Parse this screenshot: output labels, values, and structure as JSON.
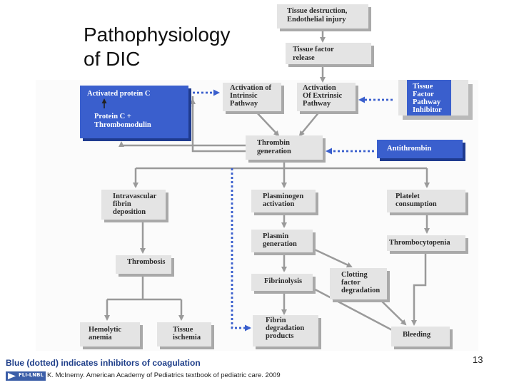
{
  "title": {
    "line1": "Pathophysiology",
    "line2": "of DIC"
  },
  "nodes": {
    "tissue_destruction": [
      "Tissue destruction,",
      "Endothelial injury"
    ],
    "tissue_factor_release": [
      "Tissue factor",
      "release"
    ],
    "activated_protein_c": [
      "Activated protein C"
    ],
    "protein_c": [
      "Protein C  +",
      "Thrombomodulin"
    ],
    "intrinsic": [
      "Activation of",
      "Intrinsic",
      "Pathway"
    ],
    "extrinsic": [
      "Activation",
      "Of Extrinsic",
      "Pathway"
    ],
    "tfpi": [
      "Tissue",
      "Factor",
      "Pathway",
      "Inhibitor"
    ],
    "thrombin": [
      "Thrombin",
      "generation"
    ],
    "antithrombin": [
      "Antithrombin"
    ],
    "intravascular": [
      "Intravascular",
      "fibrin",
      "deposition"
    ],
    "plasminogen": [
      "Plasminogen",
      "activation"
    ],
    "platelet": [
      "Platelet",
      "consumption"
    ],
    "plasmin": [
      "Plasmin",
      "generation"
    ],
    "thrombocytopenia": [
      "Thrombocytopenia"
    ],
    "thrombosis": [
      "Thrombosis"
    ],
    "fibrinolysis": [
      "Fibrinolysis"
    ],
    "clotting_factor": [
      "Clotting",
      "factor",
      "degradation"
    ],
    "hemolytic": [
      "Hemolytic",
      "anemia"
    ],
    "tissue_ischemia": [
      "Tissue",
      "ischemia"
    ],
    "fibrin_degradation": [
      "Fibrin",
      "degradation",
      "products"
    ],
    "bleeding": [
      "Bleeding"
    ]
  },
  "caption": "Blue (dotted) indicates inhibitors of coagulation",
  "citation": "K. McInerny. American Academy of Pediatrics textbook of pediatric care. 2009",
  "page_number": "13",
  "logo_text": "FLI-LNBL",
  "colors": {
    "box_face": "#e4e4e4",
    "box_shadow": "#a9a9a9",
    "blue_box": "#3a5fcd",
    "inhibitor": "#3a5fcd",
    "arrow": "#9a9a9a"
  }
}
